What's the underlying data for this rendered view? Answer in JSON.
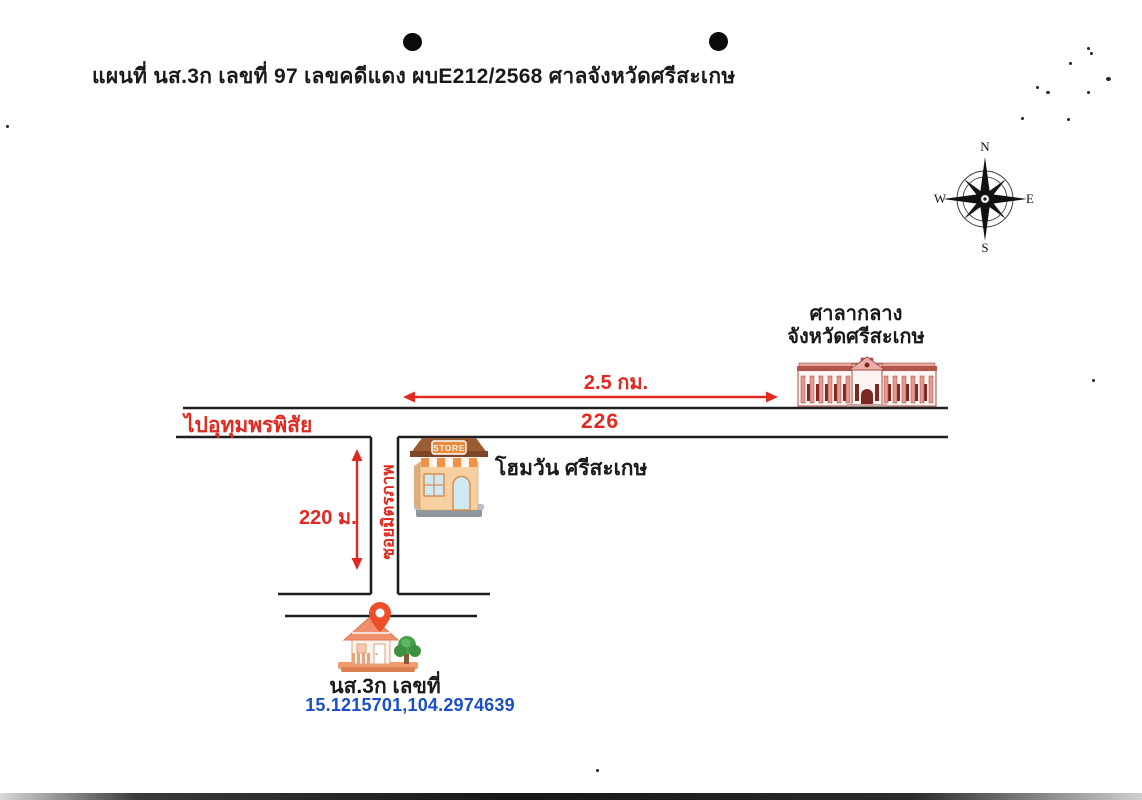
{
  "title": "แผนที่ นส.3ก เลขที่ 97 เลขคดีแดง ผบE212/2568 ศาลจังหวัดศรีสะเกษ",
  "compass": {
    "north": "N",
    "south": "S",
    "east": "E",
    "west": "W"
  },
  "landmarks": {
    "provincial_hall": {
      "name_line1": "ศาลากลาง",
      "name_line2": "จังหวัดศรีสะเกษ"
    },
    "store": {
      "name": "โฮมวัน ศรีสะเกษ",
      "sign_text": "STORE"
    },
    "property": {
      "name": "นส.3ก เลขที่",
      "coordinates": "15.1215701,104.2974639"
    }
  },
  "roads": {
    "highway_number": "226",
    "west_direction_label": "ไปอุทุมพรพิสัย",
    "soi_name": "ซอยมิตรภาพ"
  },
  "distances": {
    "hall_to_soi": "2.5 กม.",
    "soi_to_property": "220 ม."
  },
  "colors": {
    "annotation_red": "#e02920",
    "coordinate_blue": "#1b4fc9",
    "road_ink": "#1f1f1f"
  }
}
